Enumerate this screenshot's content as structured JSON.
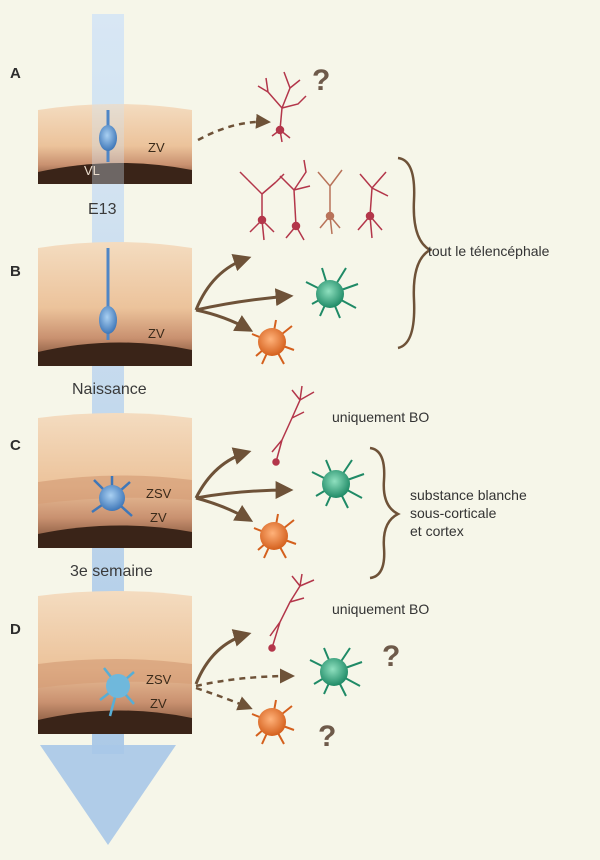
{
  "panels": [
    {
      "letter": "A",
      "zones": [
        "ZV",
        "VL"
      ],
      "time_label": "E13",
      "question": "?"
    },
    {
      "letter": "B",
      "zones": [
        "ZV"
      ],
      "time_label": "Naissance",
      "destination": "tout le télencéphale"
    },
    {
      "letter": "C",
      "zones": [
        "ZSV",
        "ZV"
      ],
      "time_label": "3e semaine",
      "neuron_label": "uniquement BO",
      "destination": [
        "substance blanche",
        "sous-corticale",
        "et cortex"
      ]
    },
    {
      "letter": "D",
      "zones": [
        "ZSV",
        "ZV"
      ],
      "neuron_label": "uniquement BO",
      "questions": [
        "?",
        "?"
      ]
    }
  ],
  "colors": {
    "background": "#f6f6e9",
    "tissue_light": "#f2cda8",
    "tissue_dark": "#3a2418",
    "progenitor": "#4f86c6",
    "neuron": "#b3364a",
    "astrocyte": "#2b9a78",
    "oligodendrocyte": "#e0752c",
    "arrow": "#6e5238",
    "time_arrow": "#bcd6ee"
  }
}
